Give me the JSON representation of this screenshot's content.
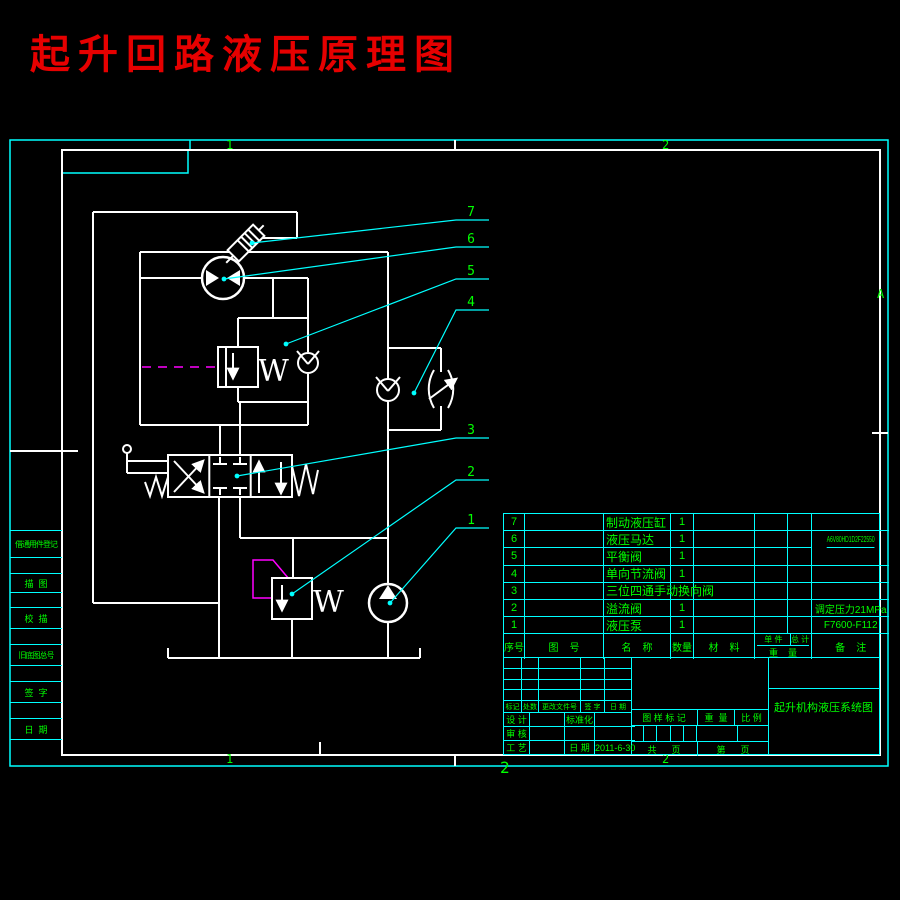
{
  "page": {
    "title": "起升回路液压原理图"
  },
  "frame": {
    "zone_top_left": "1",
    "zone_top_right": "2",
    "zone_bottom_left": "1",
    "zone_bottom_right": "2",
    "zone_right": "A",
    "sheet_mark": "2"
  },
  "left_strip": {
    "labels": [
      "借通用件登记",
      "描  图",
      "校  描",
      "旧底图总号",
      "签  字",
      "日  期"
    ]
  },
  "schematic": {
    "spring_glyph": "W",
    "callouts": [
      "1",
      "2",
      "3",
      "4",
      "5",
      "6",
      "7"
    ]
  },
  "parts_list": {
    "headers": {
      "no": "序号",
      "code": "图    号",
      "name": "名    称",
      "qty": "数量",
      "material": "材    料",
      "unit": "单 件",
      "total": "总 计",
      "weight": "重    量",
      "remark": "备    注"
    },
    "rows": [
      {
        "no": "7",
        "code": "",
        "name": "制动液压缸",
        "qty": "1",
        "material": "",
        "unit": "",
        "total": "",
        "remark": ""
      },
      {
        "no": "6",
        "code": "",
        "name": "液压马达",
        "qty": "1",
        "material": "",
        "unit": "",
        "total": "",
        "remark": "A6V80HD1D2F22550"
      },
      {
        "no": "5",
        "code": "",
        "name": "平衡阀",
        "qty": "1",
        "material": "",
        "unit": "",
        "total": "",
        "remark": ""
      },
      {
        "no": "4",
        "code": "",
        "name": "单向节流阀",
        "qty": "1",
        "material": "",
        "unit": "",
        "total": "",
        "remark": ""
      },
      {
        "no": "3",
        "code": "",
        "name": "三位四通手动换向阀",
        "qty": "",
        "material": "",
        "unit": "",
        "total": "",
        "remark": ""
      },
      {
        "no": "2",
        "code": "",
        "name": "溢流阀",
        "qty": "1",
        "material": "",
        "unit": "",
        "total": "",
        "remark": "调定压力21MPa"
      },
      {
        "no": "1",
        "code": "",
        "name": "液压泵",
        "qty": "1",
        "material": "",
        "unit": "",
        "total": "",
        "remark": "F7600-F112"
      }
    ]
  },
  "title_block": {
    "revision": {
      "mark": "标记",
      "count": "处数",
      "file": "更改文件号",
      "sign": "签 字",
      "date": "日 期"
    },
    "design": "设 计",
    "standardize": "标准化",
    "audit": "审 核",
    "process": "工 艺",
    "date_label": "日 期",
    "date_value": "2011-6-30",
    "stamp": "图 样 标 记",
    "weight": "重  量",
    "scale": "比 例",
    "pages_total": "共      页",
    "pages_no": "第      页",
    "title": "起升机构液压系统图"
  }
}
